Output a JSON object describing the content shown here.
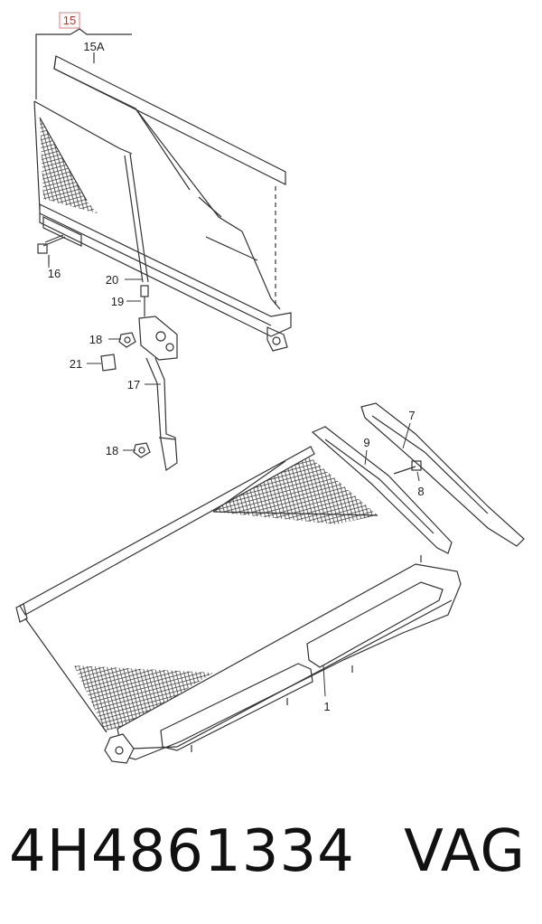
{
  "diagram": {
    "callouts": {
      "c15": "15",
      "c15A": "15A",
      "c16": "16",
      "c20": "20",
      "c19": "19",
      "c18a": "18",
      "c21": "21",
      "c17": "17",
      "c18b": "18",
      "c7": "7",
      "c9": "9",
      "c8": "8",
      "c1": "1"
    },
    "colors": {
      "line": "#333333",
      "highlight_box": "#e07a7a",
      "mesh": "#2a2a2a"
    }
  },
  "footer": {
    "part_number": "4H4861334",
    "brand": "VAG"
  }
}
